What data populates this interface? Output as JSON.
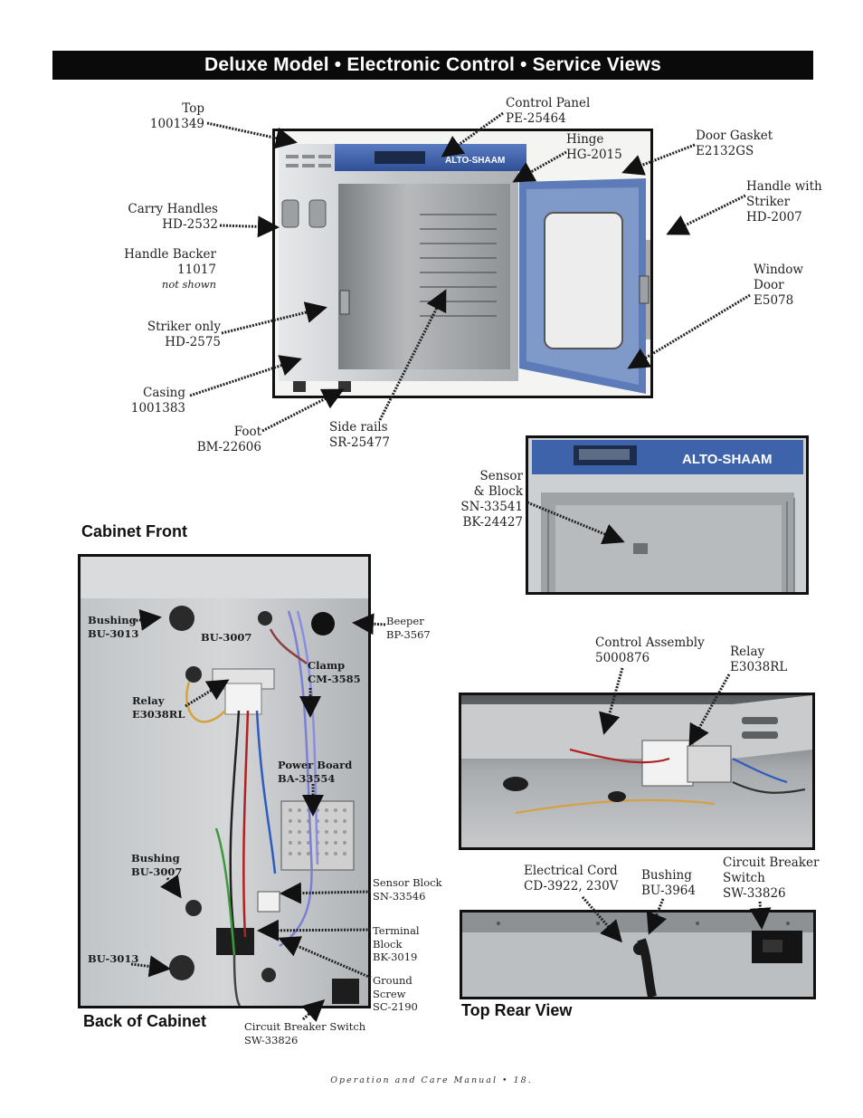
{
  "title": "Deluxe Model • Electronic Control • Service Views",
  "sections": {
    "cabinet_front": "Cabinet Front",
    "back_of_cabinet": "Back of Cabinet",
    "top_rear_view": "Top Rear View"
  },
  "front_labels": {
    "top": [
      "Top",
      "1001349"
    ],
    "control_panel": [
      "Control Panel",
      "PE-25464"
    ],
    "hinge": [
      "Hinge",
      "HG-2015"
    ],
    "door_gasket": [
      "Door Gasket",
      "E2132GS"
    ],
    "carry_handles": [
      "Carry Handles",
      "HD-2532"
    ],
    "handle_striker": [
      "Handle with",
      "Striker",
      "HD-2007"
    ],
    "handle_backer": [
      "Handle Backer",
      "11017",
      "not shown"
    ],
    "window_door": [
      "Window",
      "Door",
      "E5078"
    ],
    "striker_only": [
      "Striker only",
      "HD-2575"
    ],
    "casing": [
      "Casing",
      "1001383"
    ],
    "foot": [
      "Foot",
      "BM-22606"
    ],
    "side_rails": [
      "Side rails",
      "SR-25477"
    ],
    "sensor_block": [
      "Sensor",
      "& Block",
      "SN-33541",
      "BK-24427"
    ]
  },
  "back_photo_labels": {
    "bushing_3013_top": [
      "Bushing",
      "BU-3013"
    ],
    "bu3007_top": [
      "BU-3007"
    ],
    "clamp": [
      "Clamp",
      "CM-3585"
    ],
    "relay": [
      "Relay",
      "E3038RL"
    ],
    "power_board": [
      "Power Board",
      "BA-33554"
    ],
    "bushing_3007": [
      "Bushing",
      "BU-3007"
    ],
    "bu3013_bottom": [
      "BU-3013"
    ]
  },
  "back_side_labels": {
    "beeper": [
      "Beeper",
      "BP-3567"
    ],
    "sensor_block": [
      "Sensor Block",
      "SN-33546"
    ],
    "terminal_block": [
      "Terminal",
      "Block",
      "BK-3019"
    ],
    "ground_screw": [
      "Ground",
      "Screw",
      "SC-2190"
    ],
    "circuit_breaker": [
      "Circuit Breaker Switch",
      "SW-33826"
    ]
  },
  "top_labels": {
    "control_assembly": [
      "Control Assembly",
      "5000876"
    ],
    "relay": [
      "Relay",
      "E3038RL"
    ],
    "electrical_cord": [
      "Electrical Cord",
      "CD-3922, 230V"
    ],
    "bushing": [
      "Bushing",
      "BU-3964"
    ],
    "circuit_breaker": [
      "Circuit Breaker",
      "Switch",
      "SW-33826"
    ]
  },
  "brand": "ALTO-SHAAM",
  "footer": "Operation and Care Manual • 18.",
  "colors": {
    "banner": "#0a0a0a",
    "panel_blue": "#3d5fa8",
    "steel": "#c9ccce"
  }
}
